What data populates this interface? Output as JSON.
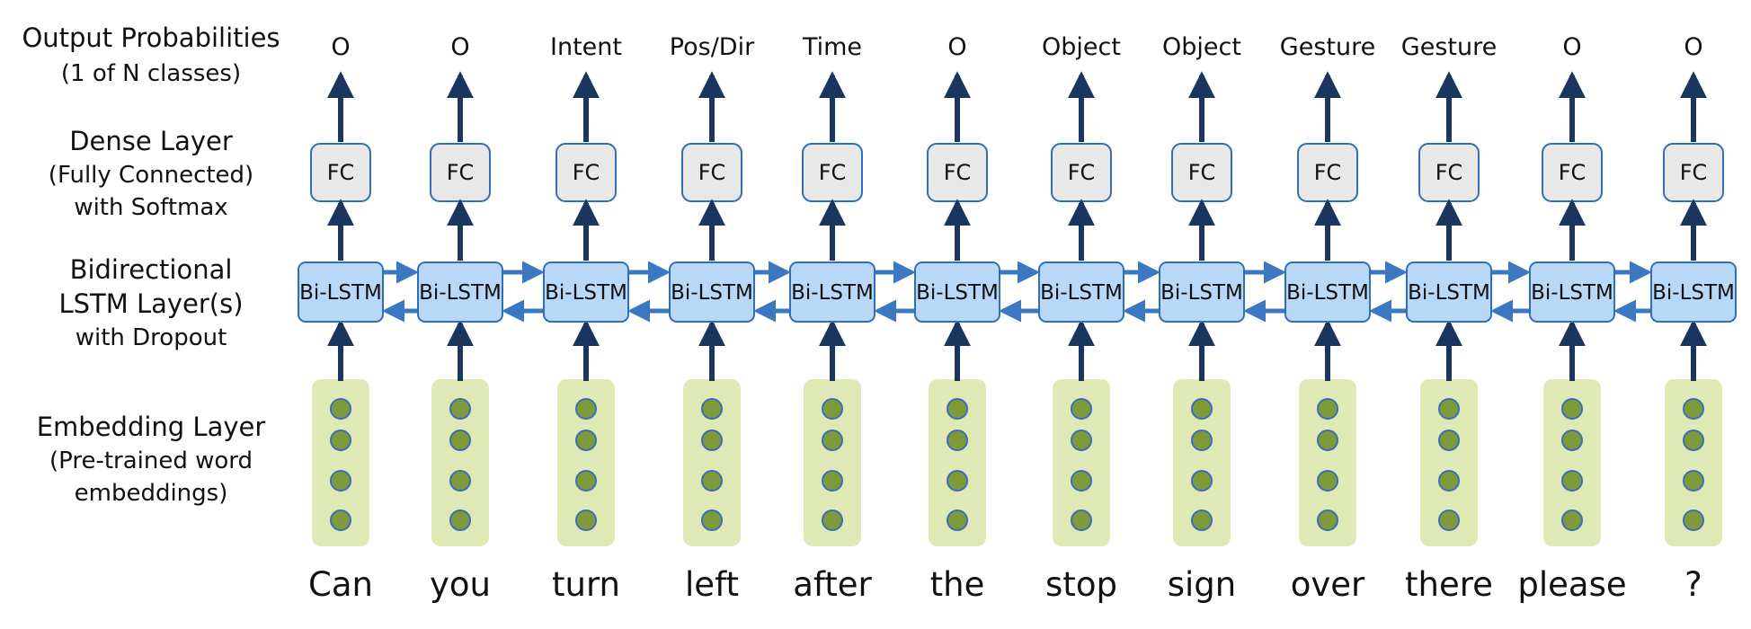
{
  "colors": {
    "vertical_arrow": "#1a355e",
    "horizontal_arrow": "#3a78c2",
    "fc_fill": "#e8e8e8",
    "fc_stroke": "#2f6fb6",
    "lstm_fill": "#b9d8f7",
    "lstm_stroke": "#2f6fb6",
    "embedding_bg": "#dfe9b6",
    "embedding_dot": "#7f9a3a",
    "embedding_dot_stroke": "#3a6fb5"
  },
  "layer_labels": {
    "output": [
      "Output Probabilities",
      "(1 of N classes)"
    ],
    "dense": [
      "Dense Layer",
      "(Fully Connected)",
      "with Softmax"
    ],
    "lstm": [
      "Bidirectional",
      "LSTM Layer(s)",
      "with Dropout"
    ],
    "embedding": [
      "Embedding Layer",
      "(Pre-trained word",
      "embeddings)"
    ]
  },
  "fc_label": "FC",
  "lstm_label": "Bi-LSTM",
  "embedding_dots_per_token": 4,
  "tokens": [
    {
      "word": "Can",
      "output": "O"
    },
    {
      "word": "you",
      "output": "O"
    },
    {
      "word": "turn",
      "output": "Intent"
    },
    {
      "word": "left",
      "output": "Pos/Dir"
    },
    {
      "word": "after",
      "output": "Time"
    },
    {
      "word": "the",
      "output": "O"
    },
    {
      "word": "stop",
      "output": "Object"
    },
    {
      "word": "sign",
      "output": "Object"
    },
    {
      "word": "over",
      "output": "Gesture"
    },
    {
      "word": "there",
      "output": "Gesture"
    },
    {
      "word": "please",
      "output": "O"
    },
    {
      "word": "?",
      "output": "O"
    }
  ]
}
